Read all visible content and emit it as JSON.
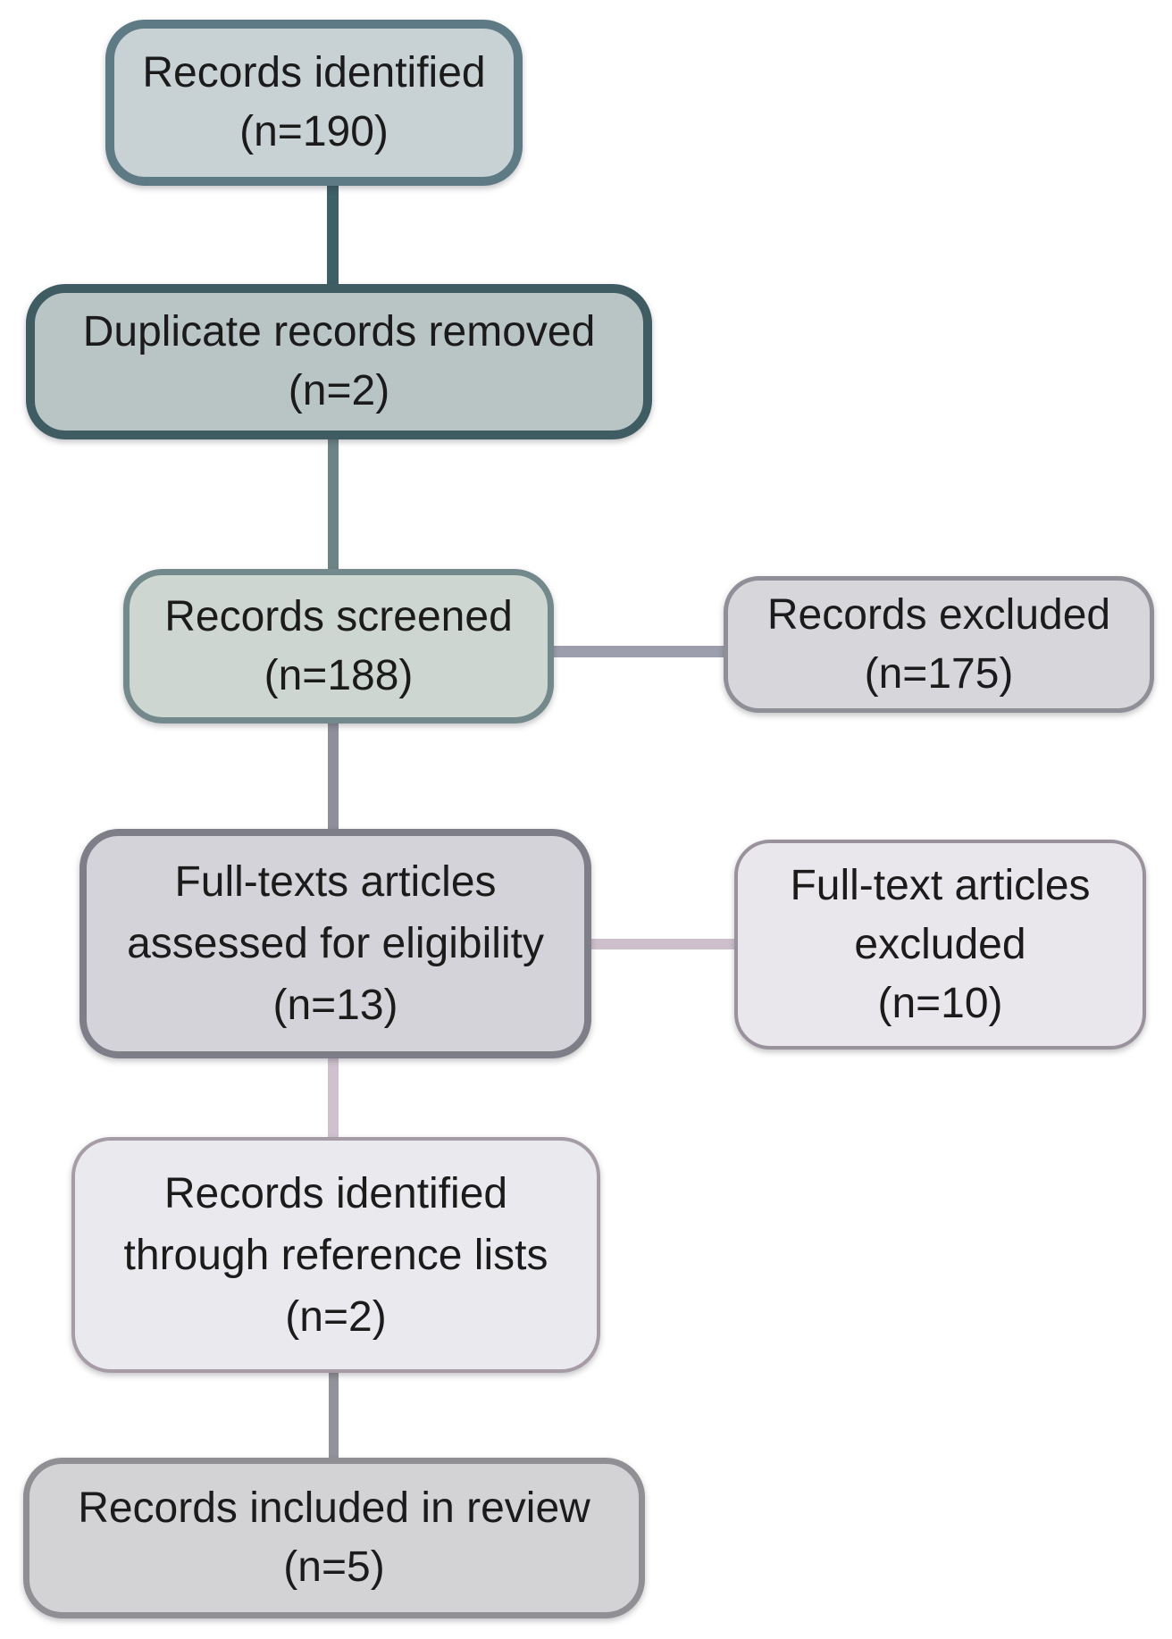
{
  "figure": {
    "type": "flowchart",
    "boxes": [
      {
        "name": "records-identified",
        "lines": [
          "Records identified",
          "(n=190)"
        ],
        "fill": "#c8d1d4",
        "border": "#5e7a85"
      },
      {
        "name": "duplicate-records-removed",
        "lines": [
          "Duplicate records removed",
          "(n=2)"
        ],
        "fill": "#b9c4c5",
        "border": "#3f5c63"
      },
      {
        "name": "records-screened",
        "lines": [
          "Records screened",
          "(n=188)"
        ],
        "fill": "#cdd6d1",
        "border": "#74898b"
      },
      {
        "name": "records-excluded",
        "lines": [
          "Records excluded",
          "(n=175)"
        ],
        "fill": "#d7d6db",
        "border": "#8f8f98"
      },
      {
        "name": "fulltext-assessed",
        "lines": [
          "Full-texts articles",
          "assessed for eligibility",
          "(n=13)"
        ],
        "fill": "#d4d3d9",
        "border": "#7e7e88"
      },
      {
        "name": "fulltext-excluded",
        "lines": [
          "Full-text articles",
          "excluded",
          "(n=10)"
        ],
        "fill": "#e9e7eb",
        "border": "#99919b"
      },
      {
        "name": "reference-list-records",
        "lines": [
          "Records identified",
          "through reference lists",
          "(n=2)"
        ],
        "fill": "#eae9ed",
        "border": "#a59ca6"
      },
      {
        "name": "records-included",
        "lines": [
          "Records included in review",
          "(n=5)"
        ],
        "fill": "#d3d3d6",
        "border": "#8f8f94"
      }
    ],
    "connectors": [
      {
        "name": "identified-to-duplicates",
        "color": "#3d5f66"
      },
      {
        "name": "duplicates-to-screened",
        "color": "#6d8487"
      },
      {
        "name": "screened-to-excluded",
        "color": "#9d9ead"
      },
      {
        "name": "screened-to-assessed",
        "color": "#8f8f9c"
      },
      {
        "name": "assessed-to-ft-excluded",
        "color": "#cdc0cc"
      },
      {
        "name": "assessed-to-reflists",
        "color": "#cfc2ce"
      },
      {
        "name": "reflists-to-included",
        "color": "#92929a"
      }
    ]
  }
}
